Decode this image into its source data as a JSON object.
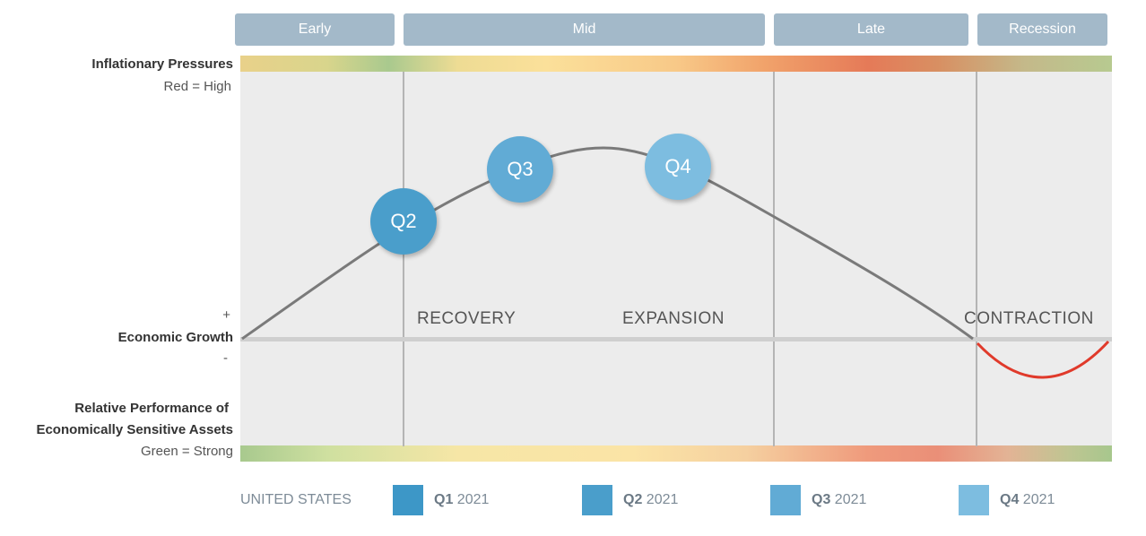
{
  "phases": [
    "Early",
    "Mid",
    "Late",
    "Recession"
  ],
  "left_labels": {
    "inflation_title": "Inflationary Pressures",
    "inflation_sub": "Red = High",
    "growth_plus": "+",
    "growth_title": "Economic Growth",
    "growth_minus": "-",
    "perf_title_1": "Relative Performance of",
    "perf_title_2": "Economically Sensitive Assets",
    "perf_sub": "Green = Strong"
  },
  "stages": [
    "RECOVERY",
    "EXPANSION",
    "CONTRACTION"
  ],
  "markers": {
    "q2": "Q2",
    "q3": "Q3",
    "q4": "Q4"
  },
  "legend": {
    "country": "UNITED STATES",
    "items": [
      {
        "q": "Q1",
        "year": "2021",
        "color": "#3d97c7"
      },
      {
        "q": "Q2",
        "year": "2021",
        "color": "#4a9ecb"
      },
      {
        "q": "Q3",
        "year": "2021",
        "color": "#61abd5"
      },
      {
        "q": "Q4",
        "year": "2021",
        "color": "#7dbde0"
      }
    ]
  },
  "colors": {
    "curve": "#7a7a7a",
    "recession_curve": "#e03a2b",
    "phase_bg": "#a3b9c9"
  }
}
